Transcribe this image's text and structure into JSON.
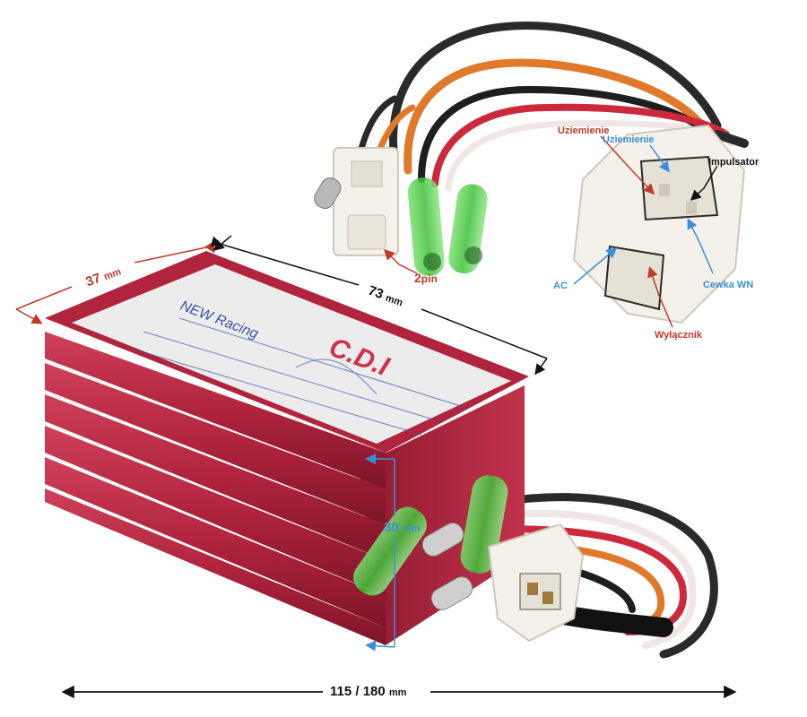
{
  "labels": {
    "ground_red": "Uziemienie",
    "ground_blue": "Uziemienie",
    "pulser": "Impulsator",
    "ac": "AC",
    "hv_coil": "Cewka WN",
    "switch": "Wyłącznik",
    "two_pin": "2",
    "two_pin_unit": "pin"
  },
  "dimensions": {
    "width_value": "37",
    "width_unit": "mm",
    "length_value": "73",
    "length_unit": "mm",
    "height_value": "30",
    "height_unit": "mm",
    "total_value": "115 / 180",
    "total_unit": "mm"
  },
  "product_label": {
    "brand_line": "NEW Racing",
    "badge": "C.D.I"
  },
  "colors": {
    "housing": "#b0243d",
    "housing_dark": "#7d1428",
    "connector": "#f4f1ea",
    "sleeve": "#57d04e",
    "red_annotation": "#c0392b",
    "blue_annotation": "#3b8fd9"
  }
}
